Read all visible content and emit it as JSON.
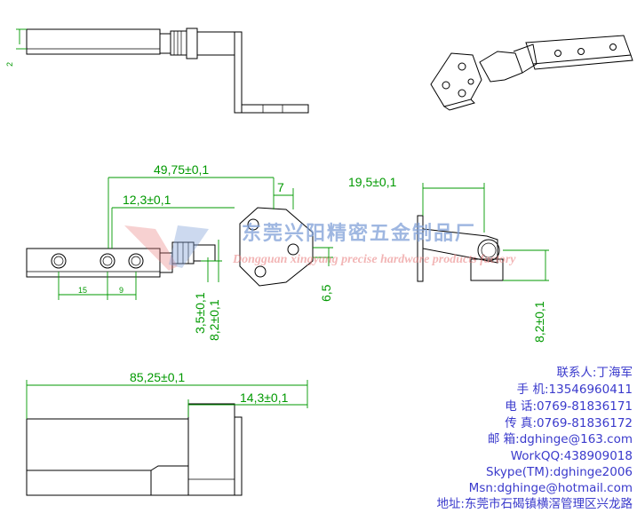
{
  "dimensions": {
    "top_thickness": "2",
    "overall_length": "49,75±0,1",
    "tab_width": "7",
    "hole_offset": "12,3±0,1",
    "hole_pitch_a": "15",
    "hole_pitch_b": "9",
    "shaft_offset": "3,5±0,1",
    "shaft_height": "8,2±0,1",
    "plate_hole": "6,5",
    "side_depth": "19,5±0,1",
    "side_height": "8,2±0,1",
    "bottom_length": "85,25±0,1",
    "bottom_offset": "14,3±0,1"
  },
  "watermark": {
    "company_cn": "东莞兴阳精密五金制品厂",
    "company_en": "Dongguan xingyang precise hardware products factory"
  },
  "contact": {
    "person": "联系人:丁海军",
    "mobile": "手  机:13546960411",
    "phone": "电  话:0769-81836171",
    "fax": "传  真:0769-81836172",
    "email": "邮  箱:dghinge@163.com",
    "workqq": "WorkQQ:438909018",
    "skype": "Skype(TM):dghinge2006",
    "msn": "Msn:dghinge@hotmail.com",
    "address": "地址:东莞市石碣镇横滘管理区兴龙路"
  }
}
